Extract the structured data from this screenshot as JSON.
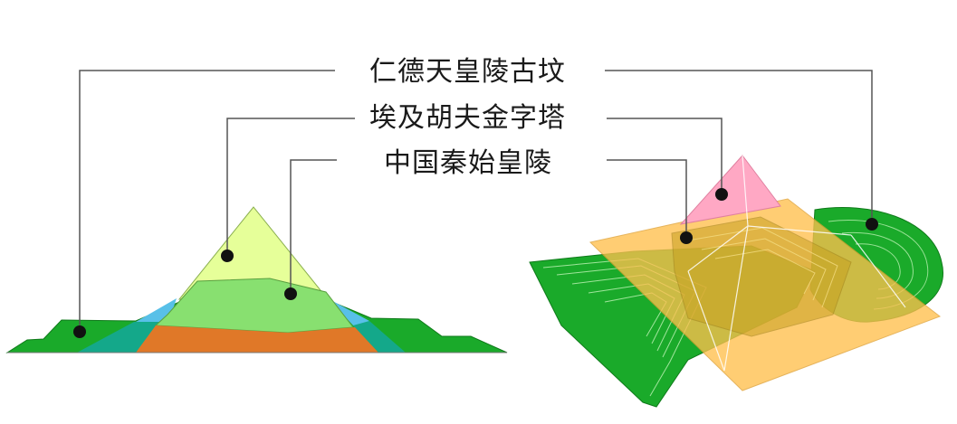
{
  "labels": {
    "nintoku": "仁德天皇陵古坟",
    "khufu": "埃及胡夫金字塔",
    "qin": "中国秦始皇陵"
  },
  "colors": {
    "nintoku": "#1aaa2a",
    "khufu": "#ffa8c4",
    "khufu_side": "#e6ff99",
    "qin": "#ffc04d",
    "qin_top": "#88e070",
    "qin_base": "#e07828",
    "teal": "#14a88a",
    "sky": "#58c0e8",
    "leader": "#555555"
  }
}
